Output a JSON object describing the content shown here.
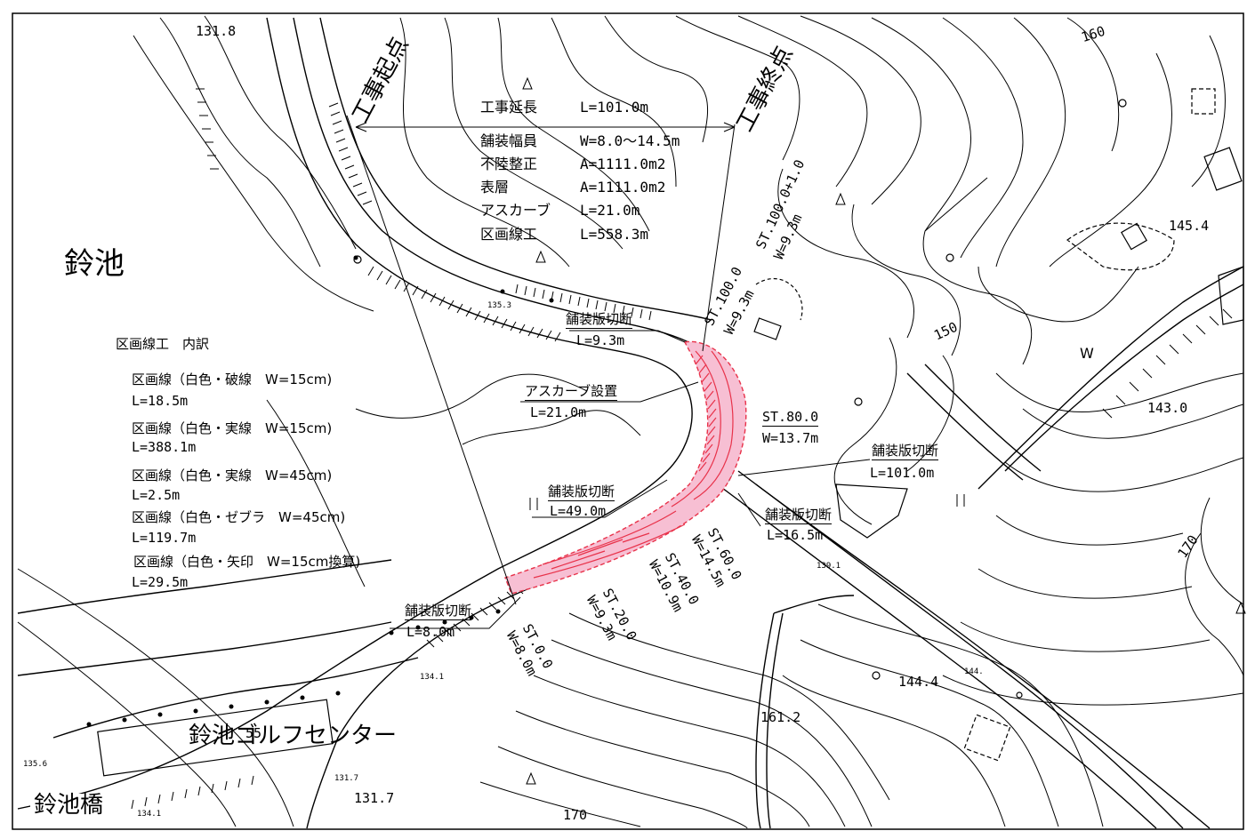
{
  "place": {
    "pond": "鈴池",
    "golf_center": "鈴池ゴルフセンター",
    "bridge": "鈴池橋"
  },
  "work_points": {
    "start": "工事起点",
    "end": "工事終点"
  },
  "summary": [
    {
      "label": "工事延長",
      "value": "L=101.0m"
    },
    {
      "label": "舗装幅員",
      "value": "W=8.0～14.5m"
    },
    {
      "label": "不陸整正",
      "value": "A=1111.0m2"
    },
    {
      "label": "表層",
      "value": "A=1111.0m2"
    },
    {
      "label": "アスカーブ",
      "value": "L=21.0m"
    },
    {
      "label": "区画線工",
      "value": "L=558.3m"
    }
  ],
  "breakdown": {
    "title": "区画線工　内訳",
    "items": [
      {
        "name": "区画線（白色・破線　W=15cm)",
        "length": "L=18.5m"
      },
      {
        "name": "区画線（白色・実線　W=15cm)",
        "length": "L=388.1m"
      },
      {
        "name": "区画線（白色・実線　W=45cm)",
        "length": "L=2.5m"
      },
      {
        "name": "区画線（白色・ゼブラ　W=45cm)",
        "length": "L=119.7m"
      },
      {
        "name": "区画線（白色・矢印　W=15cm換算)",
        "length": "L=29.5m"
      }
    ]
  },
  "cut_labels": [
    {
      "title": "舗装版切断",
      "value": "L=9.3m"
    },
    {
      "title": "アスカーブ設置",
      "value": "L=21.0m"
    },
    {
      "title": "舗装版切断",
      "value": "L=101.0m"
    },
    {
      "title": "舗装版切断",
      "value": "L=49.0m"
    },
    {
      "title": "舗装版切断",
      "value": "L=16.5m"
    },
    {
      "title": "舗装版切断",
      "value": "L=8.0m"
    }
  ],
  "stations": [
    {
      "st": "ST.100.0+1.0",
      "w": "W=9.3m"
    },
    {
      "st": "ST.100.0",
      "w": "W=9.3m"
    },
    {
      "st": "ST.80.0",
      "w": "W=13.7m"
    },
    {
      "st": "ST.60.0",
      "w": "W=14.5m"
    },
    {
      "st": "ST.40.0",
      "w": "W=10.9m"
    },
    {
      "st": "ST.20.0",
      "w": "W=9.3m"
    },
    {
      "st": "ST.0.0",
      "w": "W=8.0m"
    }
  ],
  "elevations": [
    "131.8",
    "160",
    "145.4",
    "150",
    "143.0",
    "170",
    "144.4",
    "161.2",
    "131.7",
    "170"
  ],
  "small_elevations": [
    "135.3",
    "134.1",
    "139.1",
    "135.6",
    "131.7",
    "134.1",
    "144."
  ],
  "misc": {
    "w_mark": "W",
    "site_55": "55"
  },
  "colors": {
    "line": "#000000",
    "paving_fill": "#f7bfd3",
    "paving_edge": "#e8324a"
  }
}
